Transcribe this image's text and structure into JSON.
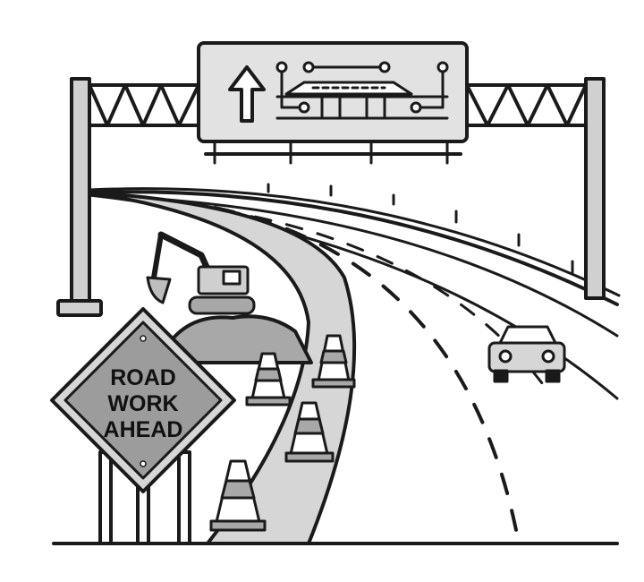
{
  "illustration": {
    "subject": "highway-road-work",
    "sign": {
      "line1": "ROAD",
      "line2": "WORK",
      "line3": "AHEAD"
    },
    "colors": {
      "stroke": "#1a1a1a",
      "light_gray": "#d6d6d6",
      "mid_gray": "#a8a8a8",
      "sign_gray": "#9c9c9c",
      "background": "#ffffff"
    }
  }
}
